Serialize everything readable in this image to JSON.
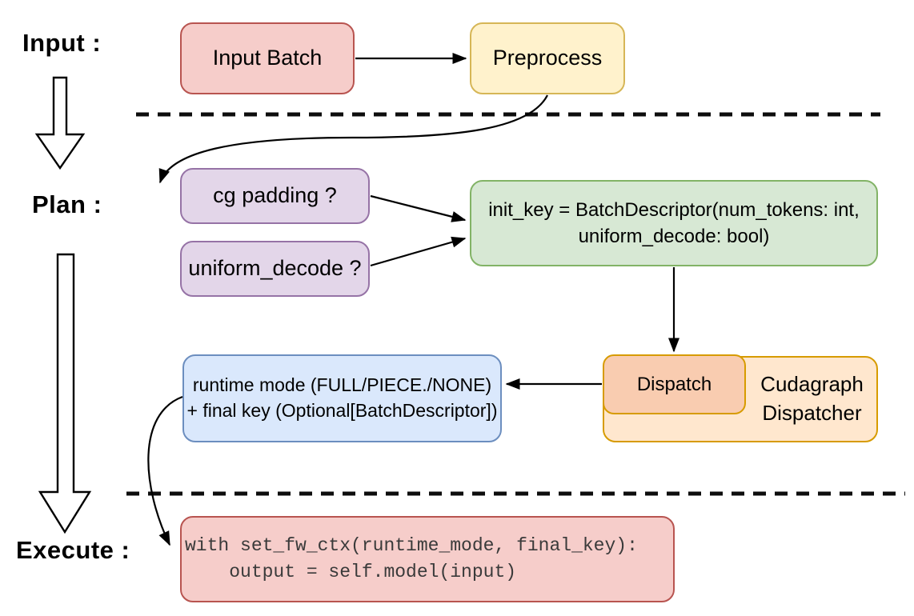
{
  "sections": {
    "input": {
      "label": "Input :"
    },
    "plan": {
      "label": "Plan :"
    },
    "execute": {
      "label": "Execute :"
    }
  },
  "nodes": {
    "input_batch": {
      "label": "Input Batch"
    },
    "preprocess": {
      "label": "Preprocess"
    },
    "cg_padding": {
      "label": "cg padding ?"
    },
    "uniform_decode": {
      "label": "uniform_decode ?"
    },
    "init_key": {
      "line1": "init_key = BatchDescriptor(num_tokens: int,",
      "line2": "uniform_decode: bool)"
    },
    "runtime_mode": {
      "line1": "runtime mode (FULL/PIECE./NONE)",
      "line2": "+ final key (Optional[BatchDescriptor])"
    },
    "dispatch": {
      "label": "Dispatch"
    },
    "cudagraph_dispatcher": {
      "line1": "Cudagraph",
      "line2": "Dispatcher"
    },
    "execute_code": {
      "line1": "with set_fw_ctx(runtime_mode, final_key):",
      "line2": "    output = self.model(input)"
    }
  },
  "edges": [
    {
      "from": "input_batch",
      "to": "preprocess"
    },
    {
      "from": "preprocess",
      "to": "cg_padding"
    },
    {
      "from": "cg_padding",
      "to": "init_key"
    },
    {
      "from": "uniform_decode",
      "to": "init_key"
    },
    {
      "from": "init_key",
      "to": "dispatch"
    },
    {
      "from": "dispatch",
      "to": "runtime_mode"
    },
    {
      "from": "runtime_mode",
      "to": "execute_code"
    }
  ],
  "colors": {
    "red_fill": "#f6cdca",
    "red_stroke": "#b85450",
    "yellow_fill": "#fff2cc",
    "yellow_stroke": "#d6b656",
    "purple_fill": "#e3d6e9",
    "purple_stroke": "#9673a6",
    "green_fill": "#d7e8d4",
    "green_stroke": "#82b366",
    "blue_fill": "#dae8fc",
    "blue_stroke": "#6c8ebf",
    "orange_fill": "#ffe7ce",
    "orange_inner_fill": "#f9ccb0",
    "orange_stroke": "#d79b00",
    "line": "#000000"
  }
}
